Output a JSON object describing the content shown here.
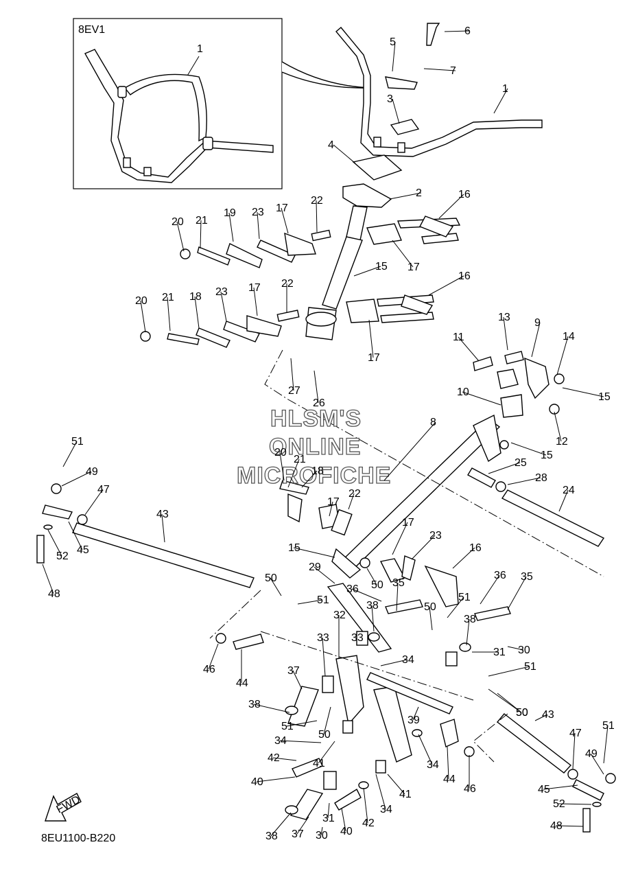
{
  "inset": {
    "model_code": "8EV1",
    "label": "1"
  },
  "diagram_code": "8EU1100-B220",
  "fwd_label": "FWD",
  "watermark": [
    "HLSM'S",
    "ONLINE",
    "MICROFICHE"
  ],
  "callouts": [
    "1",
    "2",
    "3",
    "4",
    "5",
    "6",
    "7",
    "8",
    "9",
    "10",
    "11",
    "12",
    "13",
    "14",
    "15",
    "15",
    "15",
    "15",
    "16",
    "16",
    "16",
    "17",
    "17",
    "17",
    "17",
    "17",
    "17",
    "18",
    "18",
    "19",
    "20",
    "20",
    "20",
    "21",
    "21",
    "21",
    "22",
    "22",
    "22",
    "23",
    "23",
    "23",
    "24",
    "25",
    "26",
    "27",
    "28",
    "29",
    "30",
    "30",
    "31",
    "31",
    "32",
    "33",
    "33",
    "34",
    "34",
    "34",
    "34",
    "35",
    "35",
    "36",
    "36",
    "37",
    "37",
    "38",
    "38",
    "38",
    "38",
    "39",
    "40",
    "40",
    "41",
    "41",
    "42",
    "42",
    "43",
    "43",
    "44",
    "44",
    "45",
    "45",
    "46",
    "46",
    "47",
    "47",
    "48",
    "48",
    "49",
    "49",
    "50",
    "50",
    "50",
    "50",
    "50",
    "50",
    "51",
    "51",
    "51",
    "51",
    "51",
    "51",
    "52",
    "52"
  ]
}
